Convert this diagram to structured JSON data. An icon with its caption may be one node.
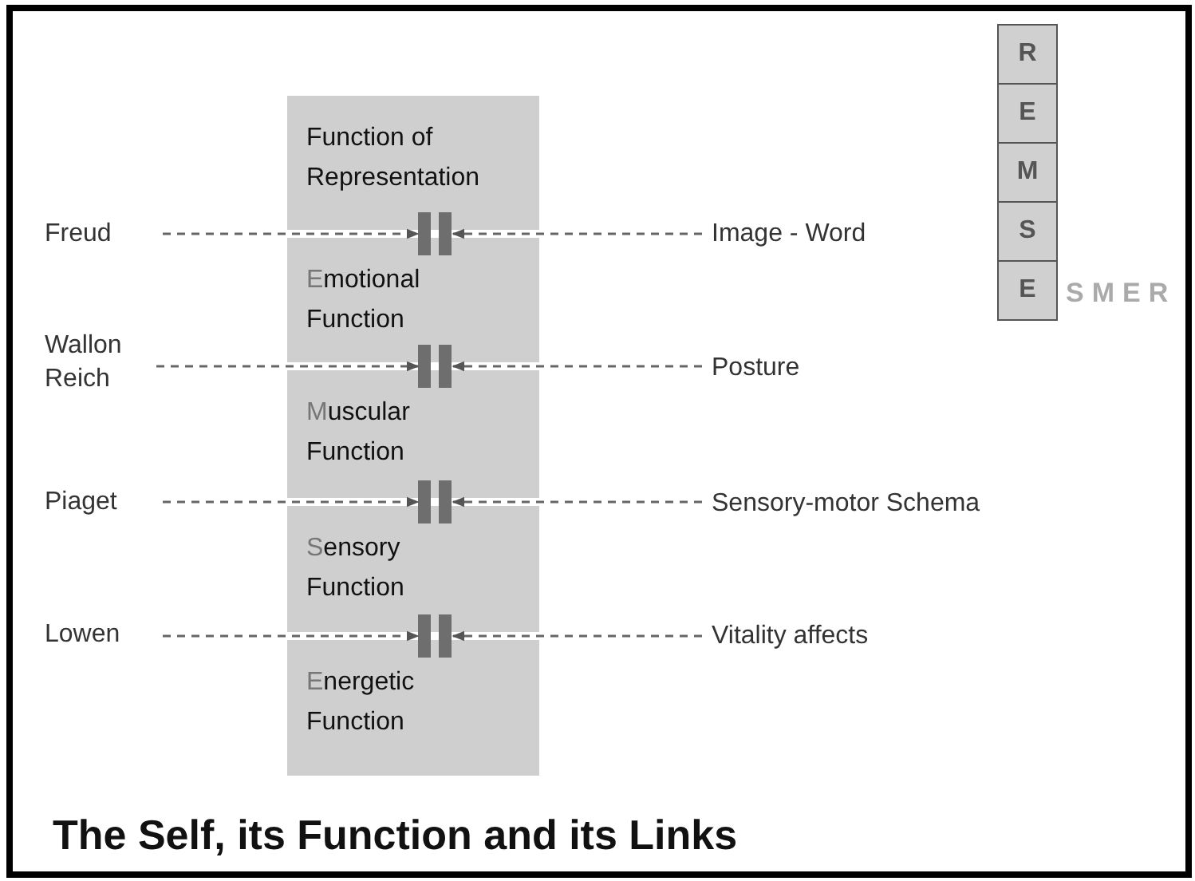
{
  "diagram": {
    "title": "The Self, its Function and its Links",
    "nodes": [
      {
        "text": [
          "Function of Representation"
        ]
      },
      {
        "text": [
          "Emotional Function"
        ]
      },
      {
        "text": [
          "Muscular Function"
        ]
      },
      {
        "text": [
          "Sensory Function"
        ]
      },
      {
        "text": [
          "Energetic Function"
        ]
      },
      {
        "text": [
          "Freud"
        ]
      },
      {
        "text": [
          "Wallon Reich"
        ]
      },
      {
        "text": [
          "Piaget"
        ]
      },
      {
        "text": [
          "Lowen"
        ]
      },
      {
        "text": [],
        "shape": "bar"
      },
      {
        "text": [],
        "shape": "bar"
      },
      {
        "text": [],
        "shape": "bar"
      },
      {
        "text": [],
        "shape": "bar"
      },
      {
        "text": [
          "Image - Word"
        ]
      },
      {
        "text": [
          "Posture"
        ]
      },
      {
        "text": [
          "Sensory-motor Schema"
        ]
      },
      {
        "text": [
          "Vitality affects"
        ]
      },
      {
        "text": [
          "R"
        ]
      },
      {
        "text": [
          "E"
        ]
      },
      {
        "text": [
          "M"
        ]
      },
      {
        "text": [
          "S"
        ]
      },
      {
        "text": [
          "E"
        ]
      }
    ],
    "edges": [
      {
        "from": 5,
        "to": 9,
        "arrow": "to",
        "style": "dashed"
      },
      {
        "from": 13,
        "to": 9,
        "arrow": "to",
        "style": "dashed"
      },
      {
        "from": 6,
        "to": 10,
        "arrow": "to",
        "style": "dashed"
      },
      {
        "from": 14,
        "to": 10,
        "arrow": "to",
        "style": "dashed"
      },
      {
        "from": 7,
        "to": 11,
        "arrow": "to",
        "style": "dashed"
      },
      {
        "from": 15,
        "to": 11,
        "arrow": "to",
        "style": "dashed"
      },
      {
        "from": 8,
        "to": 12,
        "arrow": "to",
        "style": "dashed"
      },
      {
        "from": 16,
        "to": 12,
        "arrow": "to",
        "style": "dashed"
      }
    ],
    "labels": [
      "SMER"
    ]
  }
}
